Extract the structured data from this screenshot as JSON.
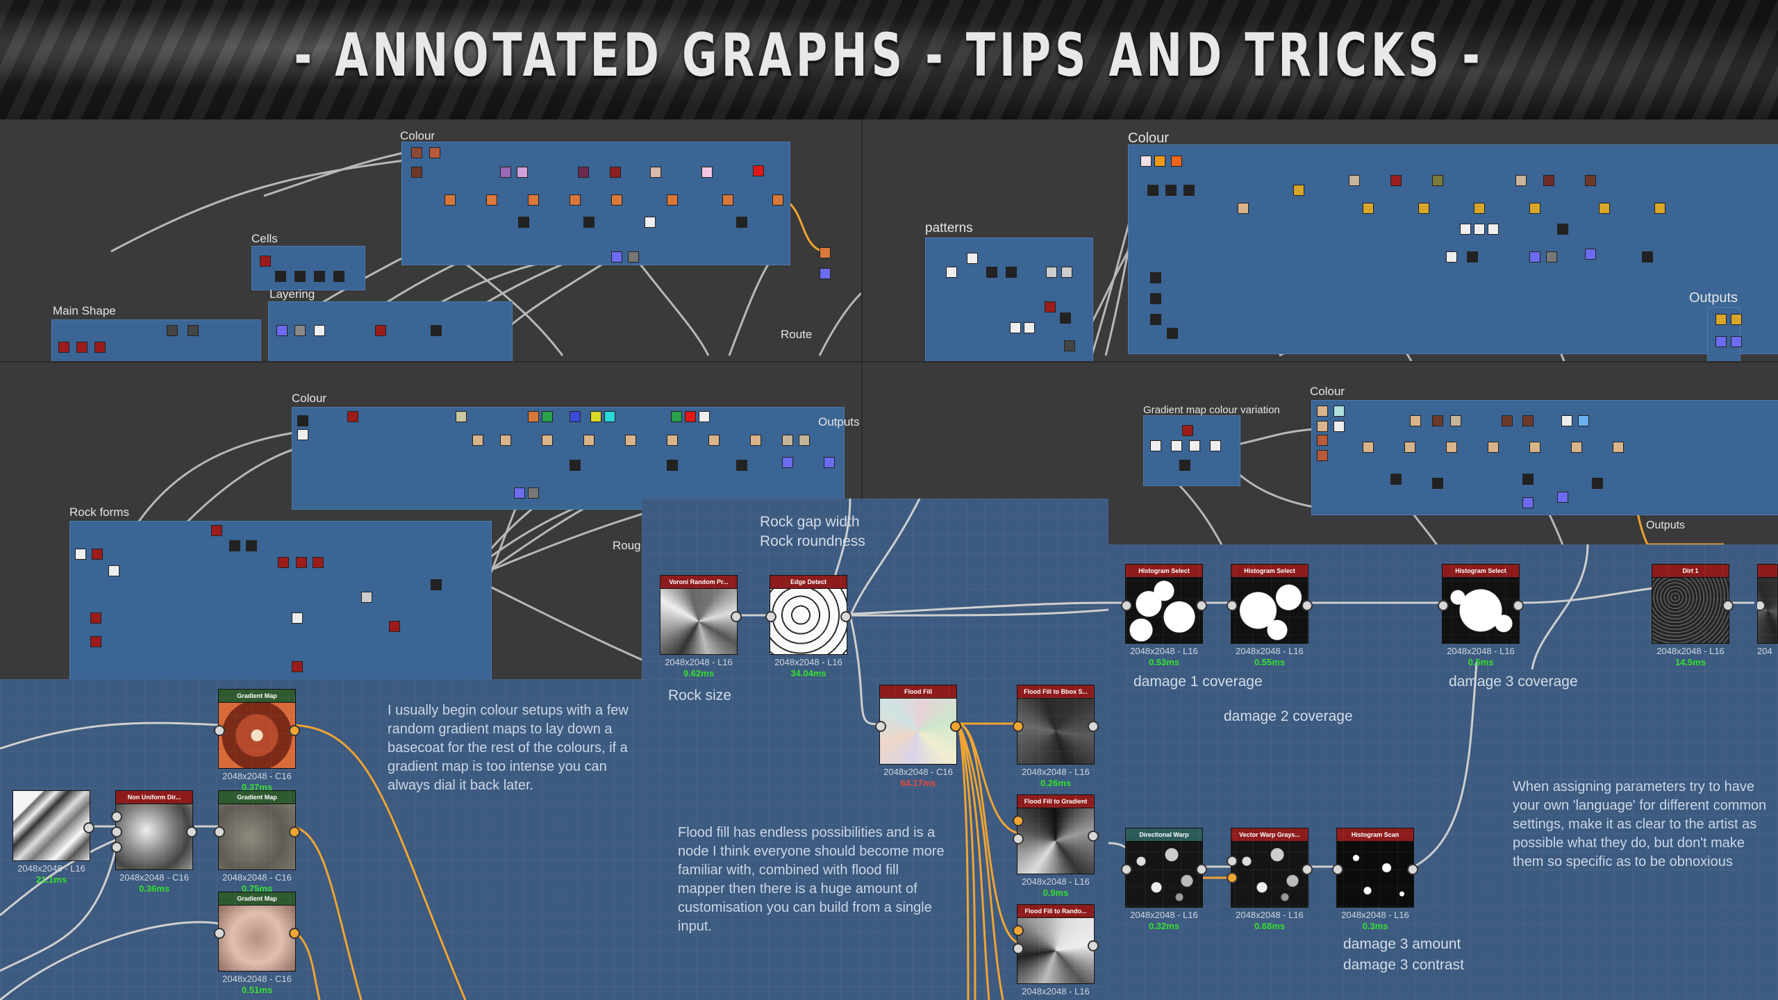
{
  "title": "- ANNOTATED GRAPHS - TIPS AND TRICKS -",
  "colors": {
    "frame_blue": "#3b6594",
    "wire_orange": "#f0a431",
    "wire_grey": "#cfcfcf",
    "header_red": "#8e1b1b",
    "header_green": "#2f5a2f",
    "header_teal": "#2b5a5a",
    "time_green": "#35e02f",
    "time_red": "#e74b3b"
  },
  "panel_tl": {
    "frames": [
      "Colour",
      "Cells",
      "Layering",
      "Main Shape",
      "Route"
    ]
  },
  "panel_tr": {
    "frames": [
      "Colour",
      "patterns",
      "Outputs"
    ]
  },
  "panel_ml": {
    "frames": [
      "Colour",
      "Outputs",
      "Rock forms",
      "Roug"
    ]
  },
  "panel_mr": {
    "frames": [
      "Gradient map colour variation",
      "Colour",
      "Outputs"
    ]
  },
  "panel_bl": {
    "note": "I usually begin colour setups with a few random gradient maps to lay down a basecoat for the rest of the colours, if a gradient map is too intense you can always dial it back later.",
    "nodes": [
      {
        "title": "Gradient Map",
        "res": "2048x2048 - C16",
        "time": "0.37ms"
      },
      {
        "title": "",
        "res": "2048x2048 - L16",
        "time": "21.1ms"
      },
      {
        "title": "Non Uniform Dir...",
        "res": "2048x2048 - C16",
        "time": "0.36ms"
      },
      {
        "title": "Gradient Map",
        "res": "2048x2048 - C16",
        "time": "0.75ms"
      },
      {
        "title": "Gradient Map",
        "res": "2048x2048 - C16",
        "time": "0.51ms"
      }
    ]
  },
  "panel_bc": {
    "labels": {
      "gap": "Rock gap width",
      "roundness": "Rock roundness",
      "size": "Rock size"
    },
    "note": "Flood fill has endless possibilities and is a node I think everyone should become more familiar with, combined with flood fill mapper then there is a huge amount of customisation you can build from a single input.",
    "nodes": [
      {
        "title": "Voroni Random Pr...",
        "res": "2048x2048 - L16",
        "time": "9.62ms"
      },
      {
        "title": "Edge Detect",
        "res": "2048x2048 - L16",
        "time": "34.04ms"
      },
      {
        "title": "Flood Fill",
        "res": "2048x2048 - C16",
        "time": "64.17ms"
      },
      {
        "title": "Flood Fill to Bbox S...",
        "res": "2048x2048 - L16",
        "time": "0.26ms"
      },
      {
        "title": "Flood Fill to Gradient",
        "res": "2048x2048 - L16",
        "time": "0.9ms"
      },
      {
        "title": "Flood Fill to Rando...",
        "res": "2048x2048 - L16",
        "time": ""
      }
    ]
  },
  "panel_br": {
    "labels": {
      "d1": "damage 1 coverage",
      "d2": "damage 2 coverage",
      "d3": "damage 3 coverage",
      "amount": "damage 3 amount",
      "contrast": "damage 3 contrast"
    },
    "note": "When assigning parameters try to have your own 'language' for different common settings, make it as clear to the artist as possible what they do, but don't make them so specific as to be obnoxious",
    "nodes": [
      {
        "title": "Histogram Select",
        "res": "2048x2048 - L16",
        "time": "0.53ms"
      },
      {
        "title": "Histogram Select",
        "res": "2048x2048 - L16",
        "time": "0.55ms"
      },
      {
        "title": "Histogram Select",
        "res": "2048x2048 - L16",
        "time": "0.5ms"
      },
      {
        "title": "Dirt 1",
        "res": "2048x2048 - L16",
        "time": "14.5ms"
      },
      {
        "title": "",
        "res": "204",
        "time": ""
      },
      {
        "title": "Directional Warp",
        "res": "2048x2048 - L16",
        "time": "0.32ms"
      },
      {
        "title": "Vector Warp Grays...",
        "res": "2048x2048 - L16",
        "time": "0.68ms"
      },
      {
        "title": "Histogram Scan",
        "res": "2048x2048 - L16",
        "time": "0.3ms"
      }
    ]
  }
}
